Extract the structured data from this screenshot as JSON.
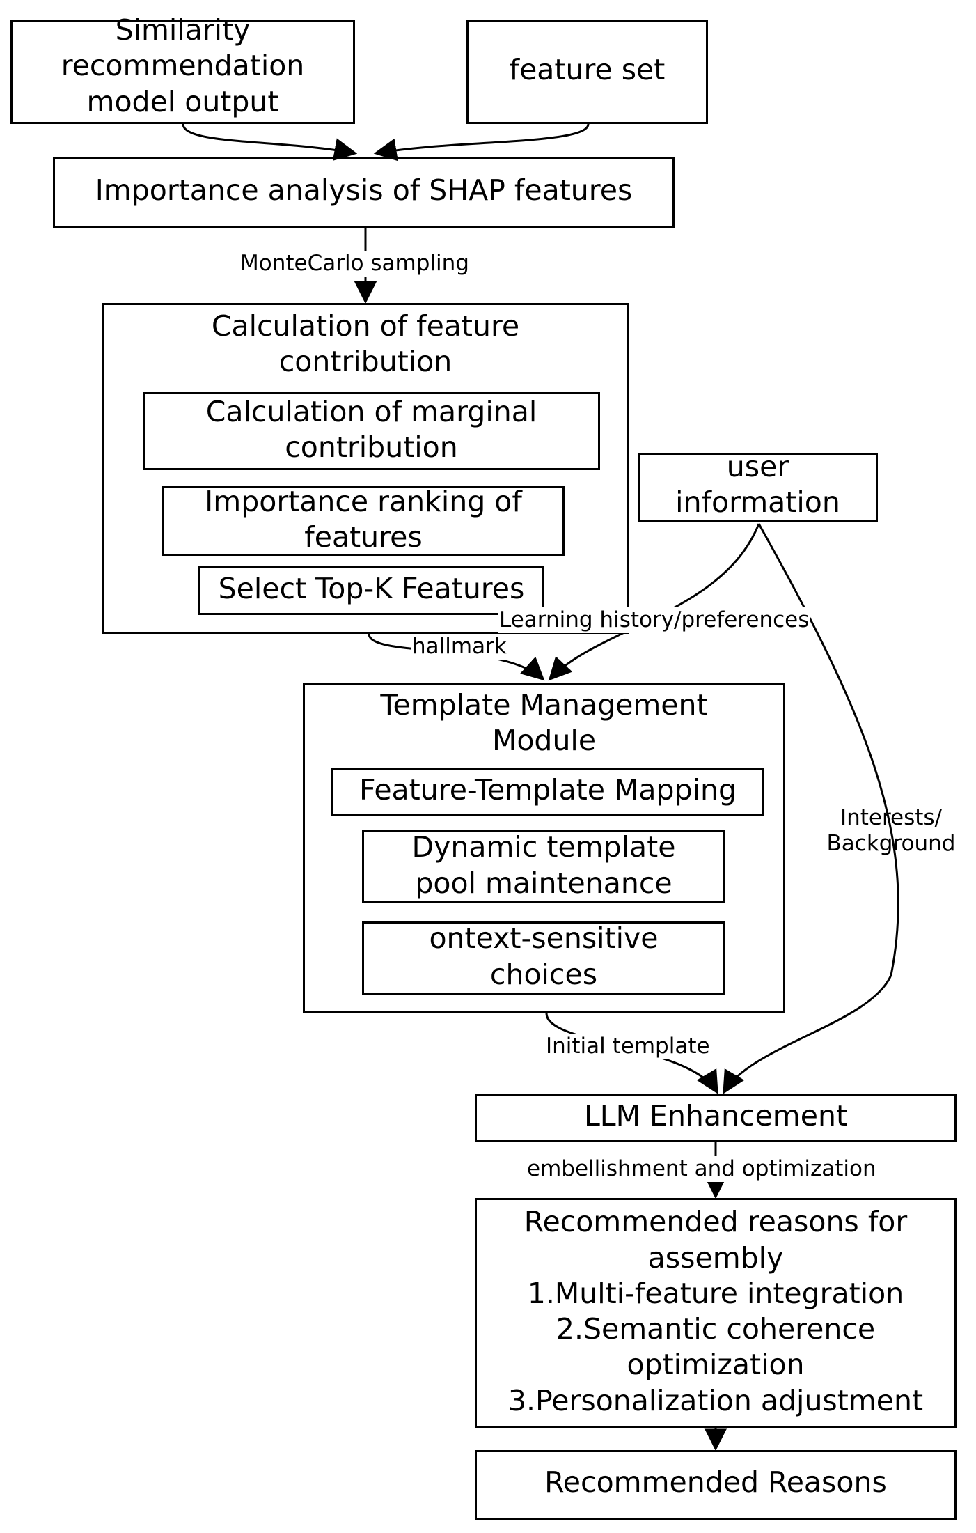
{
  "diagram": {
    "nodes": {
      "sim_output": {
        "lines": [
          "Similarity",
          "recommendation",
          "model output"
        ]
      },
      "feature_set": {
        "lines": [
          "feature set"
        ]
      },
      "shap": {
        "lines": [
          "Importance analysis of SHAP features"
        ]
      },
      "contrib": {
        "lines": [
          "Calculation of feature",
          "contribution"
        ]
      },
      "marginal": {
        "lines": [
          "Calculation of marginal",
          "contribution"
        ]
      },
      "ranking": {
        "lines": [
          "Importance ranking of",
          "features"
        ]
      },
      "topk": {
        "lines": [
          "Select Top-K Features"
        ]
      },
      "user_info": {
        "lines": [
          "user",
          "information"
        ]
      },
      "template": {
        "lines": [
          "Template Management",
          "Module"
        ]
      },
      "mapping": {
        "lines": [
          "Feature-Template Mapping"
        ]
      },
      "pool": {
        "lines": [
          "Dynamic template",
          "pool maintenance"
        ]
      },
      "context": {
        "lines": [
          "ontext-sensitive",
          "choices"
        ]
      },
      "llm": {
        "lines": [
          "LLM Enhancement"
        ]
      },
      "assembly": {
        "lines": [
          "Recommended reasons for",
          "assembly",
          "1.Multi-feature integration",
          "2.Semantic coherence",
          "optimization",
          "3.Personalization adjustment"
        ]
      },
      "reasons": {
        "lines": [
          "Recommended Reasons"
        ]
      }
    },
    "edge_labels": {
      "montecarlo": "MonteCarlo sampling",
      "hallmark": "hallmark",
      "learning": "Learning history/preferences",
      "interests_1": "Interests/",
      "interests_2": "Background",
      "initial": "Initial template",
      "embellish": "embellishment and optimization"
    }
  }
}
